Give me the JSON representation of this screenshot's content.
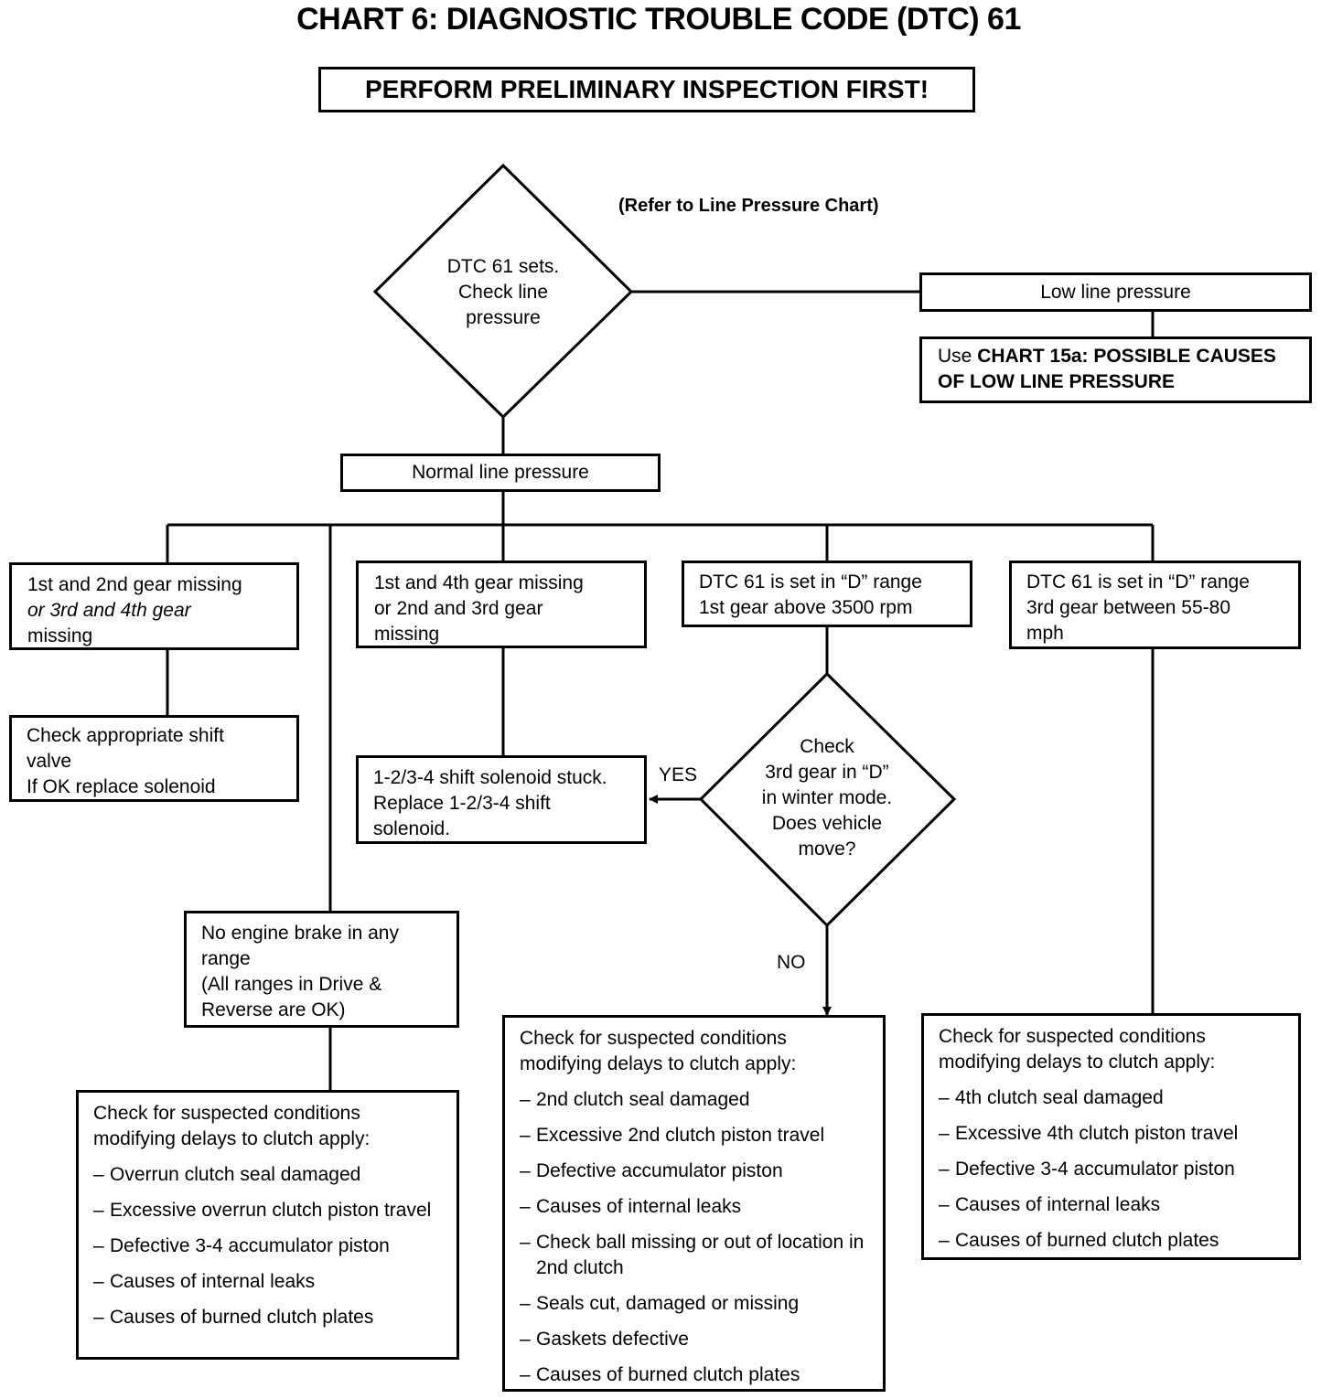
{
  "title": "CHART 6: DIAGNOSTIC TROUBLE CODE (DTC) 61",
  "banner": "PERFORM PRELIMINARY INSPECTION FIRST!",
  "note": "(Refer to Line Pressure Chart)",
  "decision1": {
    "lines": [
      "DTC 61 sets.",
      "Check line",
      "pressure"
    ]
  },
  "low_pressure": "Low line pressure",
  "chart15": {
    "prefix": "Use ",
    "bold": "CHART 15a: POSSIBLE CAUSES OF LOW LINE PRESSURE"
  },
  "normal_pressure": "Normal line pressure",
  "branch1": {
    "line1": "1st and 2nd gear missing",
    "line2": "or 3rd and 4th gear",
    "line3": "missing"
  },
  "branch1_action": {
    "line1": "Check appropriate shift",
    "line2": "valve",
    "line3": "If OK replace solenoid"
  },
  "branch2": {
    "line1": "1st and 4th gear missing",
    "line2": "or 2nd and 3rd gear",
    "line3": "missing"
  },
  "solenoid": {
    "line1": "1-2/3-4 shift solenoid stuck.",
    "line2": "Replace 1-2/3-4 shift",
    "line3": "solenoid."
  },
  "branch3": {
    "line1": "DTC 61 is set in “D” range",
    "line2": "1st gear above 3500 rpm"
  },
  "decision2": {
    "lines": [
      "Check",
      "3rd gear in “D”",
      "in winter mode.",
      "Does vehicle",
      "move?"
    ]
  },
  "yes_label": "YES",
  "no_label": "NO",
  "branch4": {
    "line1": "DTC 61 is set in “D” range",
    "line2": "3rd gear between 55-80",
    "line3": "mph"
  },
  "engine_brake": {
    "line1": "No engine brake in any",
    "line2": "range",
    "line3": "(All ranges in Drive &",
    "line4": "Reverse are OK)"
  },
  "check_overrun": {
    "heading1": "Check for suspected conditions",
    "heading2": "modifying delays to clutch apply:",
    "items": [
      "Overrun clutch seal damaged",
      "Excessive overrun clutch piston travel",
      "Defective 3-4 accumulator piston",
      "Causes of internal leaks",
      "Causes of burned clutch plates"
    ]
  },
  "check_2nd": {
    "heading1": "Check for suspected conditions",
    "heading2": "modifying delays to clutch apply:",
    "items": [
      "2nd clutch seal damaged",
      "Excessive 2nd clutch piston travel",
      "Defective accumulator piston",
      "Causes of internal leaks",
      "Check ball missing or out of location in 2nd clutch",
      "Seals cut, damaged or missing",
      "Gaskets defective",
      "Causes of burned clutch plates"
    ]
  },
  "check_4th": {
    "heading1": "Check for suspected conditions",
    "heading2": "modifying delays to clutch apply:",
    "items": [
      "4th clutch seal damaged",
      "Excessive 4th clutch piston travel",
      "Defective 3-4 accumulator piston",
      "Causes of internal leaks",
      "Causes of burned clutch plates"
    ]
  }
}
